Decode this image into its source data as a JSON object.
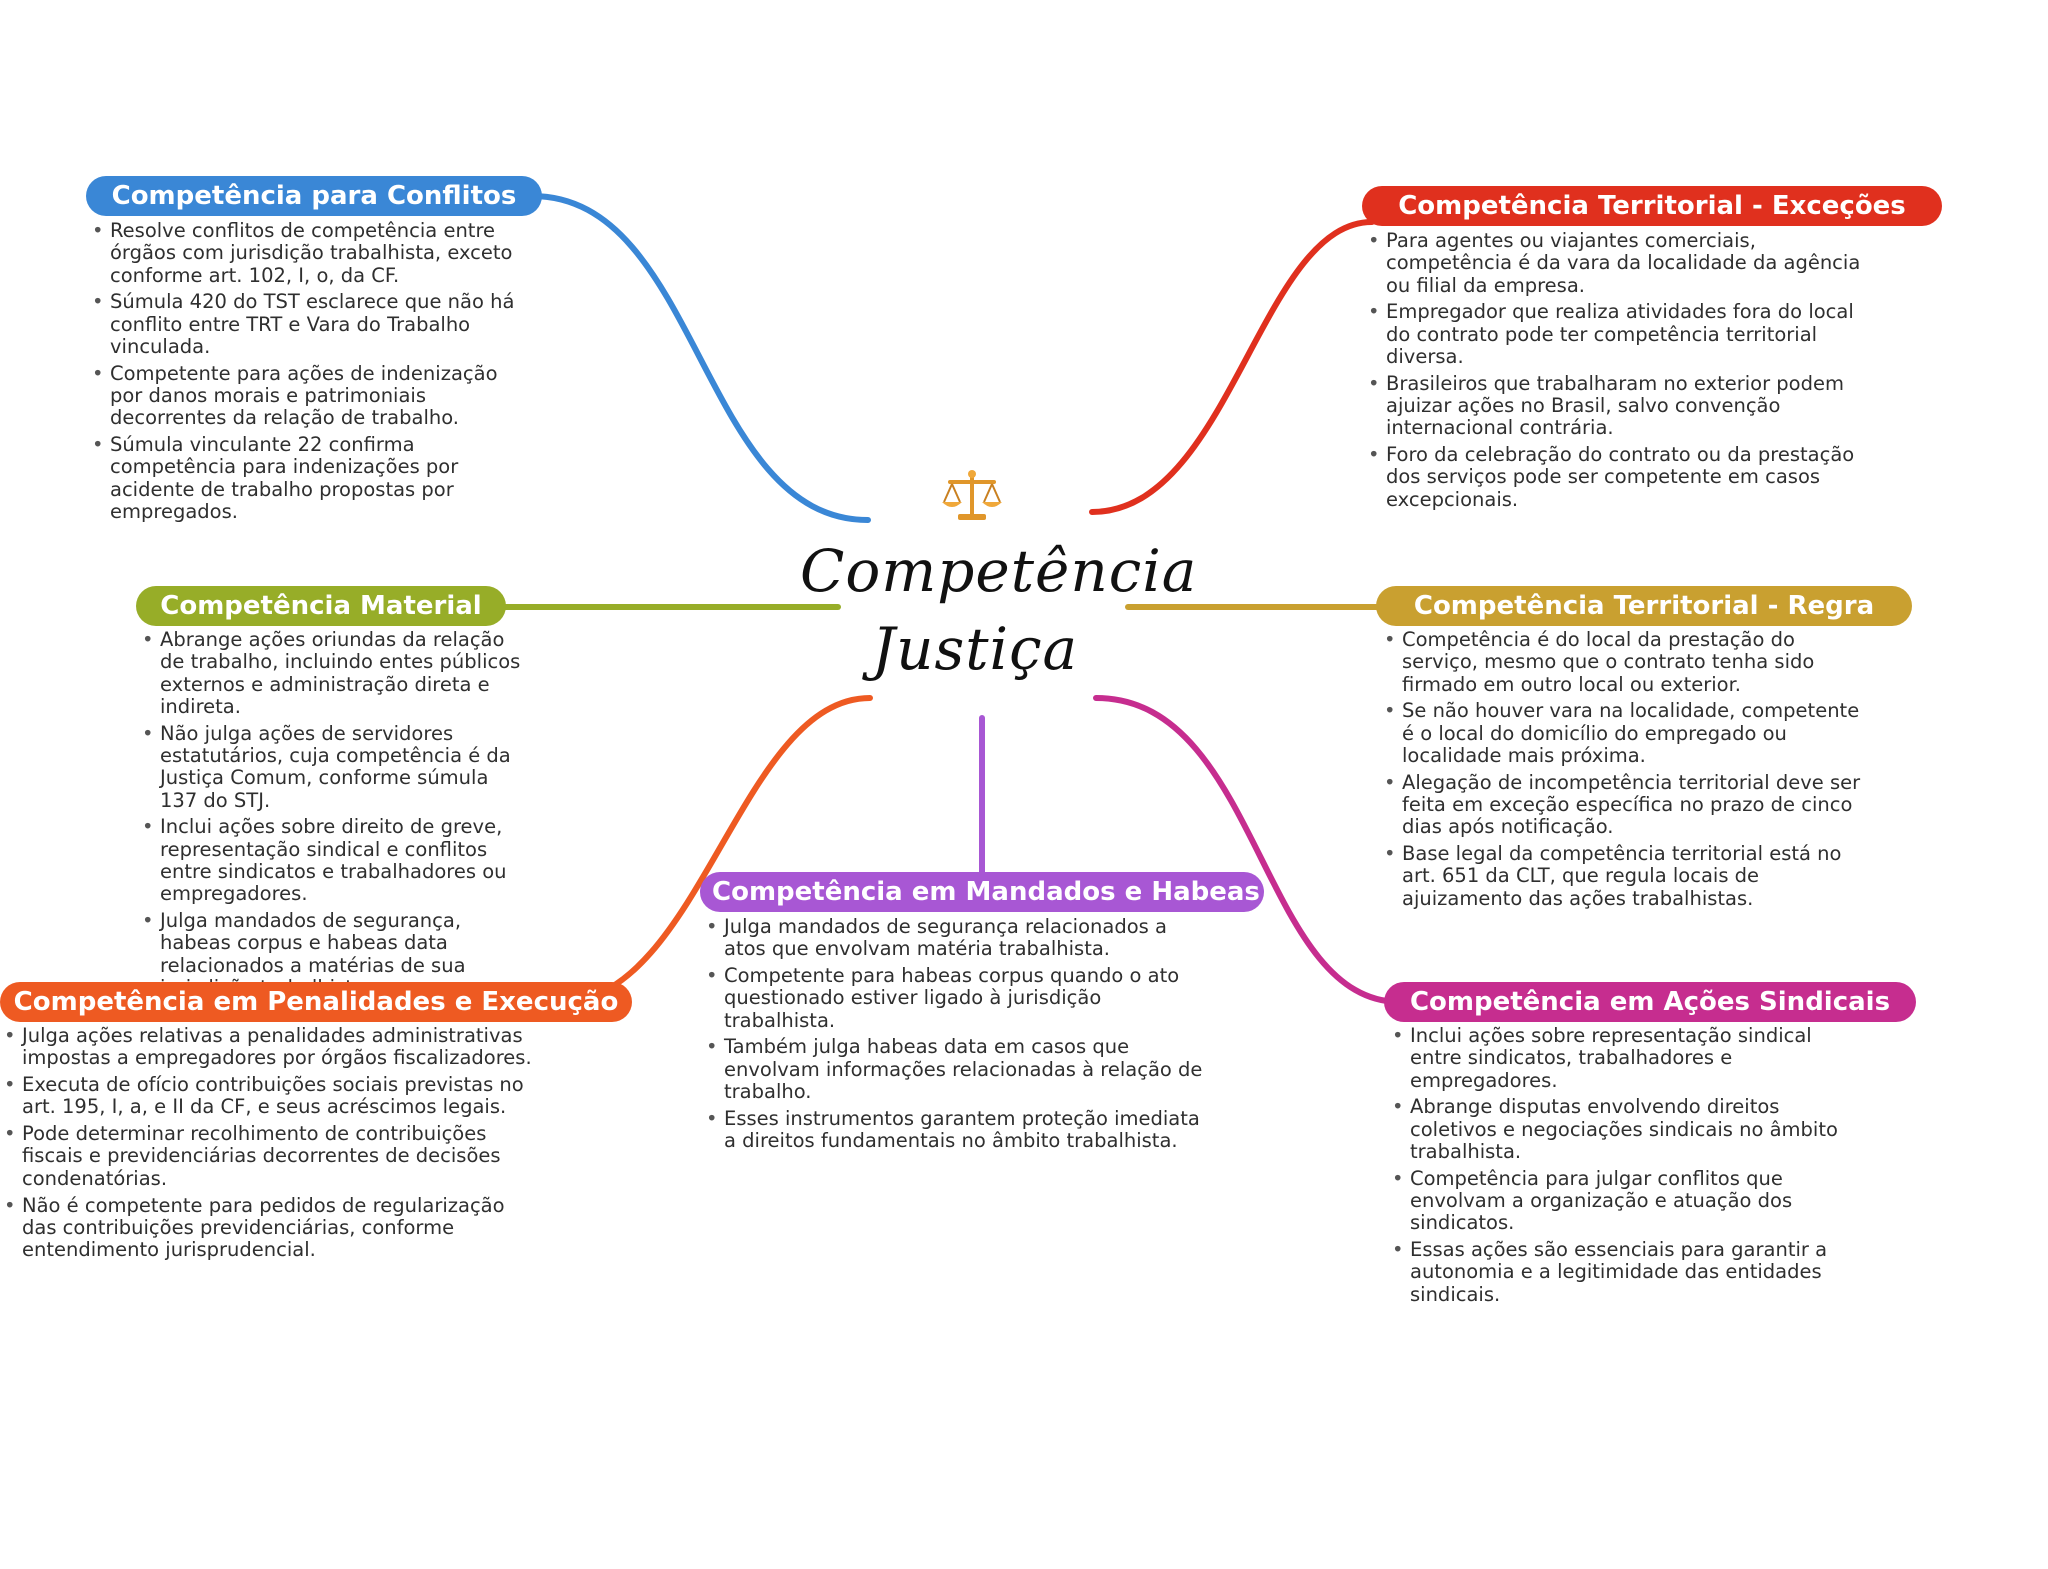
{
  "center": {
    "title_line1": "Competência",
    "title_line2": "Justiça",
    "icon": "scales-of-justice-icon"
  },
  "branches": [
    {
      "id": "conflitos",
      "title": "Competência para Conflitos",
      "color": "#3a87d6",
      "notes": [
        "Resolve conflitos de competência entre órgãos com jurisdição trabalhista, exceto conforme art. 102, I, o, da CF.",
        "Súmula 420 do TST esclarece que não há conflito entre TRT e Vara do Trabalho vinculada.",
        "Competente para ações de indenização por danos morais e patrimoniais decorrentes da relação de trabalho.",
        "Súmula vinculante 22 confirma competência para indenizações por acidente de trabalho propostas por empregados."
      ]
    },
    {
      "id": "material",
      "title": "Competência Material",
      "color": "#97ad28",
      "notes": [
        "Abrange ações oriundas da relação de trabalho, incluindo entes públicos externos e administração direta e indireta.",
        "Não julga ações de servidores estatutários, cuja competência é da Justiça Comum, conforme súmula 137 do STJ.",
        "Inclui ações sobre direito de greve, representação sindical e conflitos entre sindicatos e trabalhadores ou empregadores.",
        "Julga mandados de segurança, habeas corpus e habeas data relacionados a matérias de sua jurisdição trabalhista."
      ]
    },
    {
      "id": "penalidades",
      "title": "Competência em Penalidades e Execução",
      "color": "#ee5a22",
      "notes": [
        "Julga ações relativas a penalidades administrativas impostas a empregadores por órgãos fiscalizadores.",
        "Executa de ofício contribuições sociais previstas no art. 195, I, a, e II da CF, e seus acréscimos legais.",
        "Pode determinar recolhimento de contribuições fiscais e previdenciárias decorrentes de decisões condenatórias.",
        "Não é competente para pedidos de regularização das contribuições previdenciárias, conforme entendimento jurisprudencial."
      ]
    },
    {
      "id": "mandados",
      "title": "Competência em Mandados e Habeas",
      "color": "#a857d4",
      "notes": [
        "Julga mandados de segurança relacionados a atos que envolvam matéria trabalhista.",
        "Competente para habeas corpus quando o ato questionado estiver ligado à jurisdição trabalhista.",
        "Também julga habeas data em casos que envolvam informações relacionadas à relação de trabalho.",
        "Esses instrumentos garantem proteção imediata a direitos fundamentais no âmbito trabalhista."
      ]
    },
    {
      "id": "excecoes",
      "title": "Competência Territorial - Exceções",
      "color": "#e0301e",
      "notes": [
        "Para agentes ou viajantes comerciais, competência é da vara da localidade da agência ou filial da empresa.",
        "Empregador que realiza atividades fora do local do contrato pode ter competência territorial diversa.",
        "Brasileiros que trabalharam no exterior podem ajuizar ações no Brasil, salvo convenção internacional contrária.",
        "Foro da celebração do contrato ou da prestação dos serviços pode ser competente em casos excepcionais."
      ]
    },
    {
      "id": "regra",
      "title": "Competência Territorial - Regra",
      "color": "#c9a030",
      "notes": [
        "Competência é do local da prestação do serviço, mesmo que o contrato tenha sido firmado em outro local ou exterior.",
        "Se não houver vara na localidade, competente é o local do domicílio do empregado ou localidade mais próxima.",
        "Alegação de incompetência territorial deve ser feita em exceção específica no prazo de cinco dias após notificação.",
        "Base legal da competência territorial está no art. 651 da CLT, que regula locais de ajuizamento das ações trabalhistas."
      ]
    },
    {
      "id": "sindicais",
      "title": "Competência em Ações Sindicais",
      "color": "#c62d8f",
      "notes": [
        "Inclui ações sobre representação sindical entre sindicatos, trabalhadores e empregadores.",
        "Abrange disputas envolvendo direitos coletivos e negociações sindicais no âmbito trabalhista.",
        "Competência para julgar conflitos que envolvam a organização e atuação dos sindicatos.",
        "Essas ações são essenciais para garantir a autonomia e a legitimidade das entidades sindicais."
      ]
    }
  ]
}
